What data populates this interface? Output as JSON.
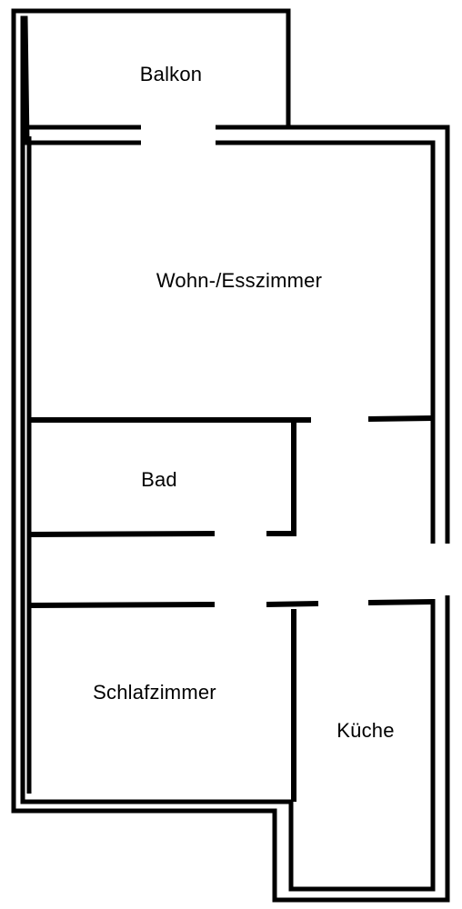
{
  "colors": {
    "wall": "#000000",
    "background": "#ffffff"
  },
  "rooms": {
    "balkon": "Balkon",
    "wohn_esszimmer": "Wohn-/Esszimmer",
    "bad": "Bad",
    "schlafzimmer": "Schlafzimmer",
    "kueche": "Küche"
  }
}
